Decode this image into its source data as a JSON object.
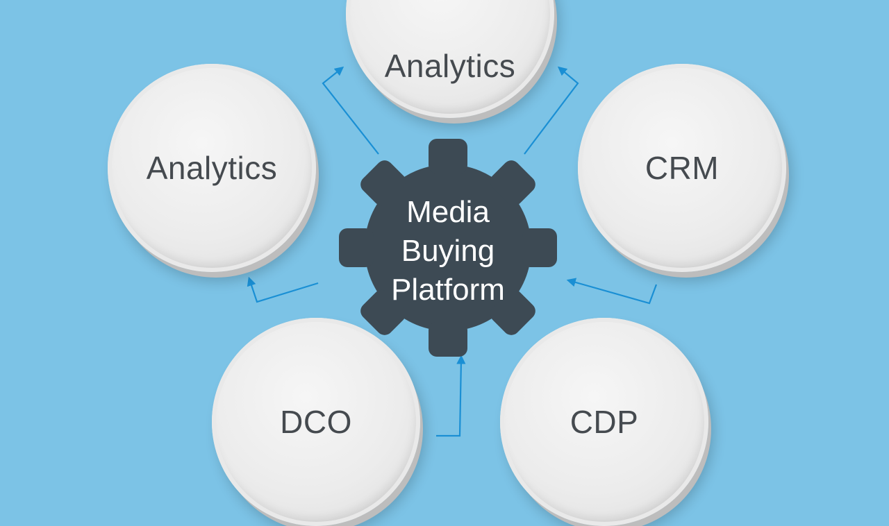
{
  "center": {
    "line1": "Media",
    "line2": "Buying",
    "line3": "Platform"
  },
  "nodes": {
    "top": "Analytics",
    "left": "Analytics",
    "right": "CRM",
    "bottom_left": "DCO",
    "bottom_right": "CDP"
  },
  "colors": {
    "background": "#7cc3e6",
    "gear": "#3d4a54",
    "circle": "#ececec",
    "connector": "#1a8fd4"
  }
}
